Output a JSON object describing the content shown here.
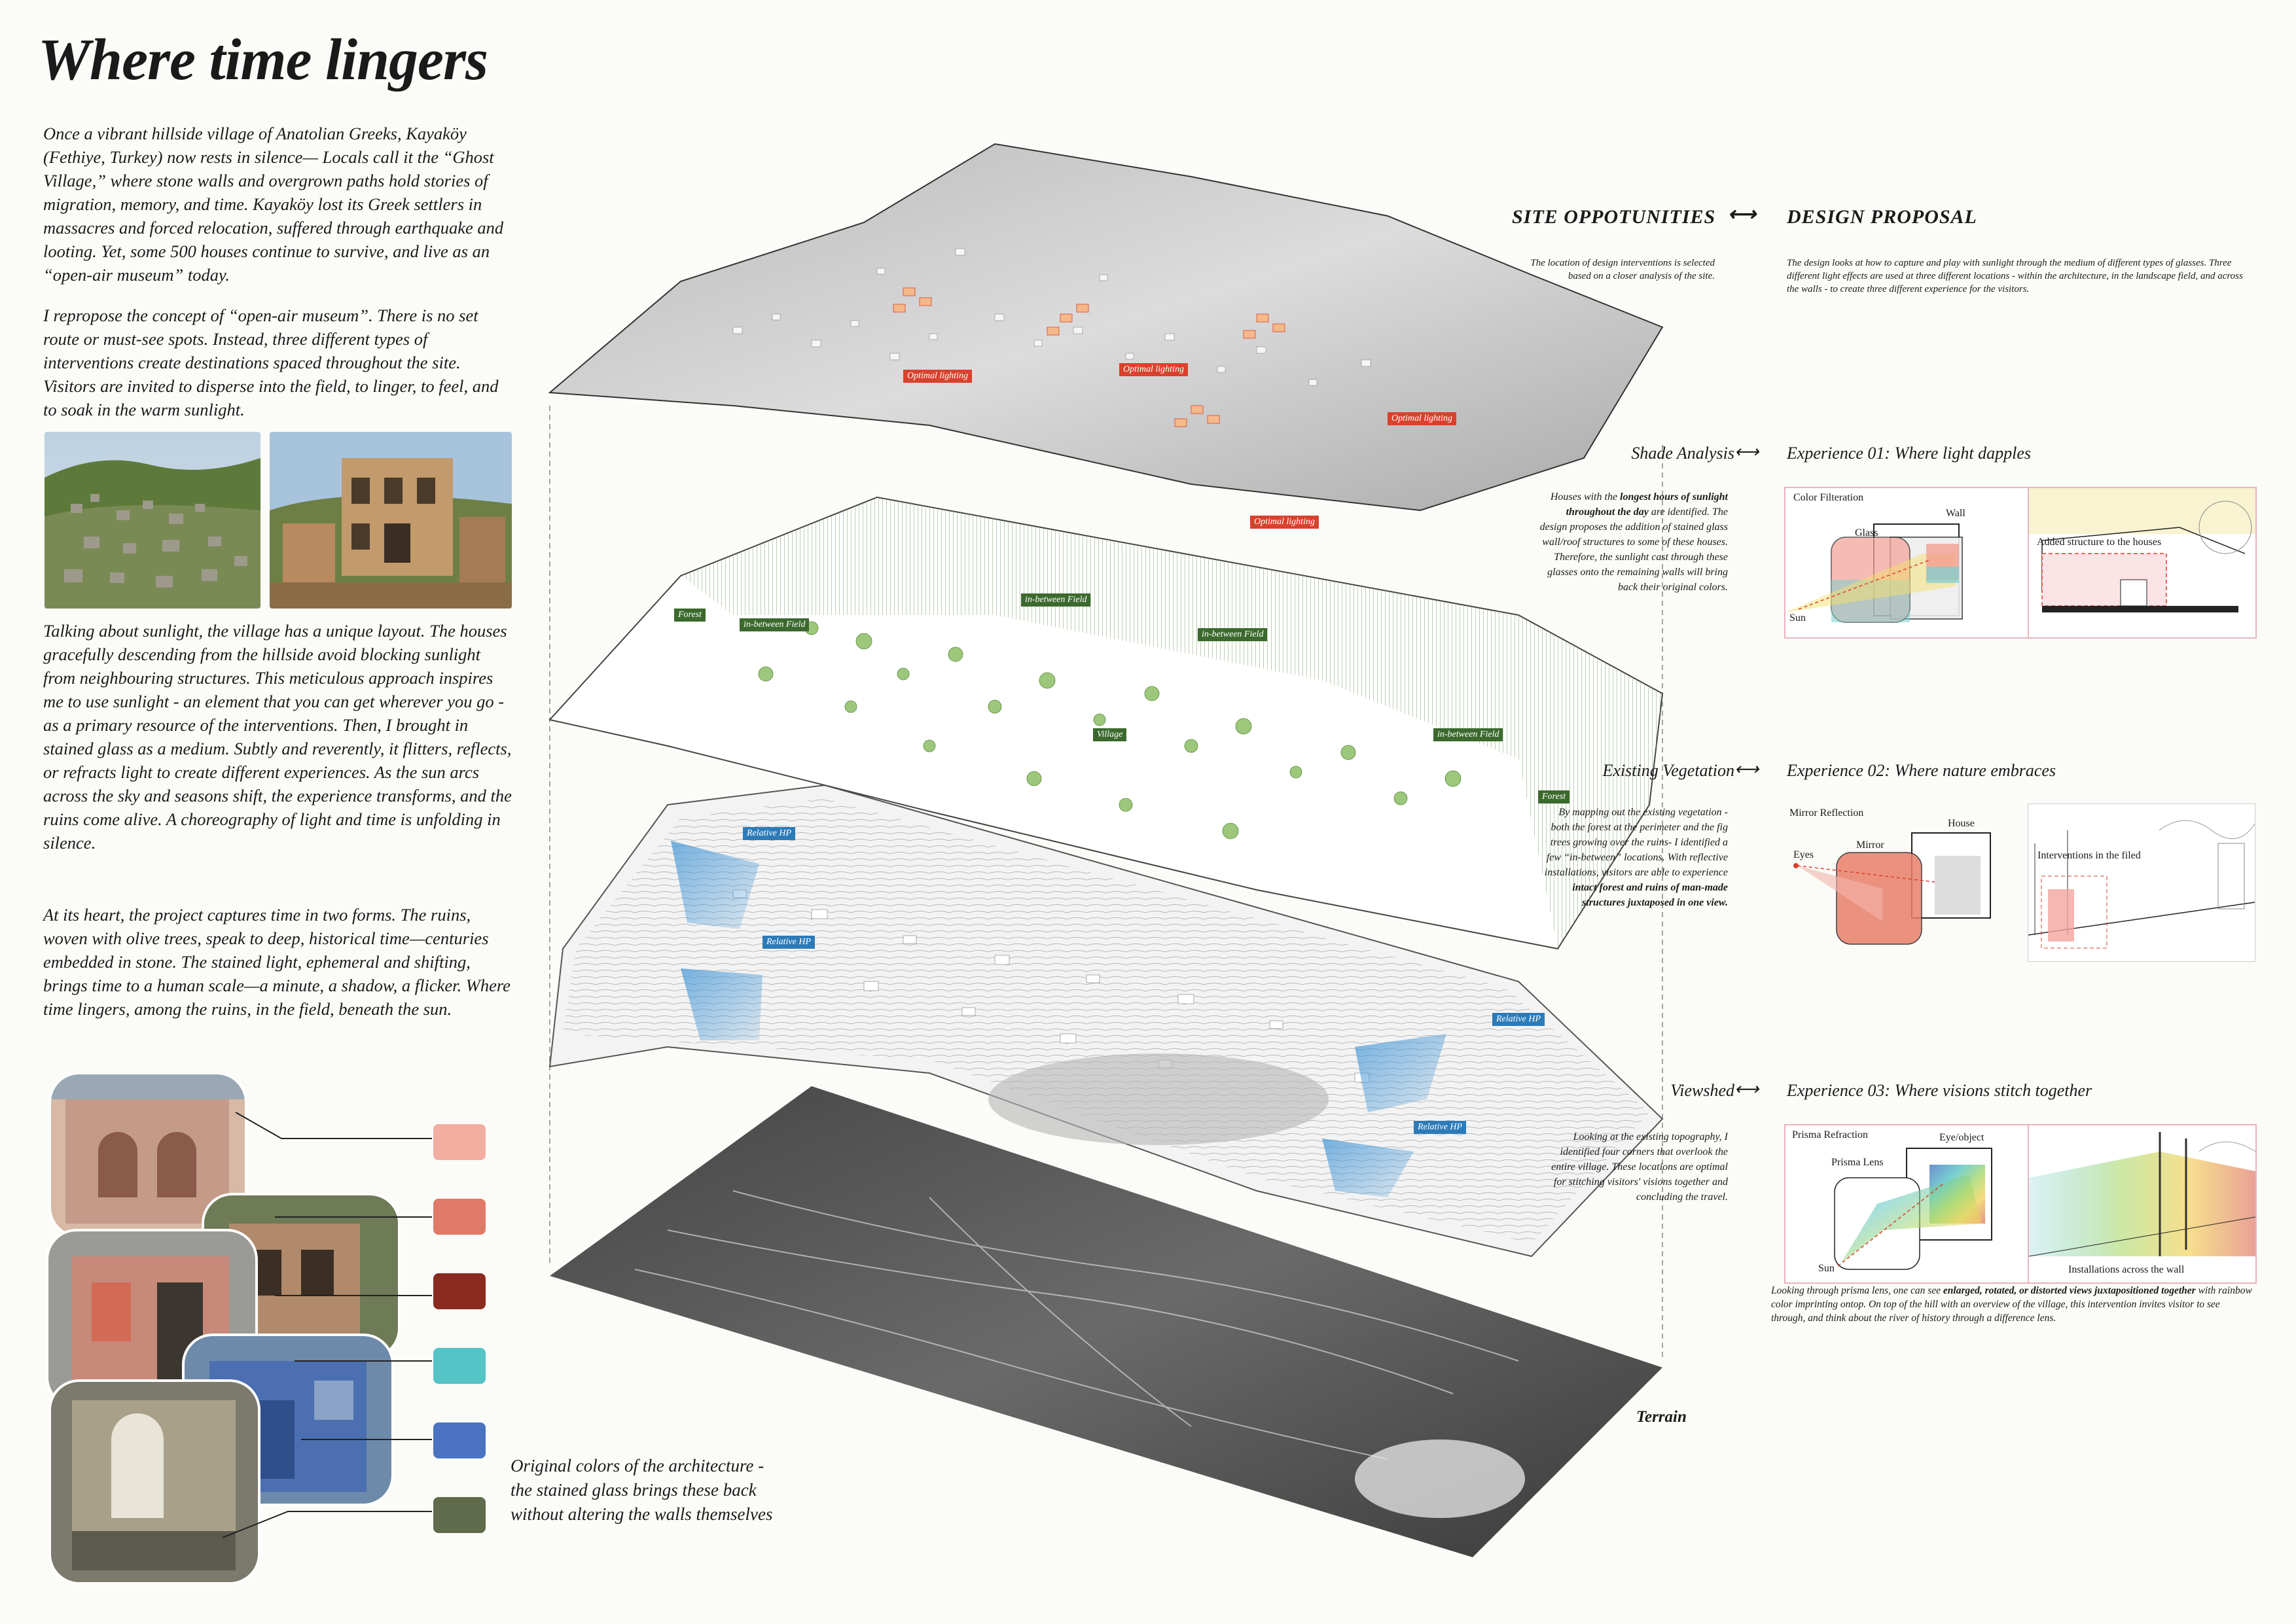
{
  "title": "Where time lingers",
  "intro": {
    "p1": "Once a vibrant hillside village of Anatolian Greeks, Kayaköy (Fethiye, Turkey) now rests in silence— Locals call it the “Ghost Village,” where stone walls and overgrown paths hold stories of migration, memory, and time. Kayaköy lost its Greek settlers in massacres and forced relocation, suffered through earthquake and looting. Yet, some 500 houses continue to survive, and live as an “open-air museum” today.",
    "p2": "I repropose the concept of “open-air museum”. There is no set route or must-see spots. Instead, three different types of interventions create destinations spaced throughout the site. Visitors are invited to disperse into the field, to linger, to feel, and to soak in the warm sunlight.",
    "p3": "Talking about sunlight, the village has a unique layout. The houses gracefully descending from the hillside avoid blocking sunlight from neighbouring structures. This meticulous approach inspires me to use sunlight - an element that you can get wherever you go - as a primary resource of the interventions. Then, I brought in stained glass as a medium. Subtly and reverently, it flitters, reflects, or refracts light to create different experiences. As the sun arcs across the sky and seasons shift, the experience transforms, and the ruins come alive. A choreography of light and time is unfolding in silence.",
    "p4": "At its heart, the project captures time in two forms. The ruins, woven with olive trees, speak to deep, historical time—centuries embedded in stone. The stained light, ephemeral and shifting, brings time to a human scale—a minute, a shadow, a flicker. Where time lingers, among the ruins, in the field, beneath the sun."
  },
  "colors_caption": "Original colors of the architecture - the stained glass brings these back without altering the walls themselves",
  "swatches": [
    "#f2aea0",
    "#e07a68",
    "#8b2a1f",
    "#55c4c6",
    "#4a74c2",
    "#5f6b4a"
  ],
  "header": {
    "left": "SITE OPPOTUNITIES",
    "arrow": "⟷",
    "right": "DESIGN PROPOSAL",
    "left_note": "The location of design interventions is selected based on a closer analysis of the site.",
    "right_note": "The design looks at how to capture and play with sunlight through the medium of different types of glasses. Three different light effects are used at three different locations - within the architecture, in the landscape field, and across the walls - to create three different experience for the visitors."
  },
  "layers": {
    "shade": {
      "label": "Shade Analysis",
      "experience": "Experience 01: Where light dapples",
      "note_pre": "Houses with the ",
      "note_bold": "longest hours of sunlight throughout the day",
      "note_post": " are identified. The design proposes the addition of stained glass wall/roof structures to some of these houses. Therefore, the sunlight cast through these glasses onto the remaining walls will bring back their original colors.",
      "tags": [
        "Optimal lighting",
        "Optimal lighting",
        "Optimal lighting",
        "Optimal lighting"
      ]
    },
    "veg": {
      "label": "Existing Vegetation",
      "experience": "Experience 02: Where nature embraces",
      "note_pre": "By mapping out the existing vegetation - both the forest at the perimeter and the fig trees growing over the ruins- I identified a few “in-between” locations. With reflective installations, visitors are able to experience ",
      "note_bold": "intact forest and ruins of man-made structures juxtaposed in one view.",
      "note_post": "",
      "tags": [
        "Forest",
        "in-between Field",
        "in-between Field",
        "in-between Field",
        "Village",
        "in-between Field",
        "Forest"
      ]
    },
    "view": {
      "label": "Viewshed",
      "experience": "Experience 03: Where visions stitch together",
      "note": "Looking at the existing topography, I identified four corners that overlook the entire village. These locations are optimal for stitching visitors' visions together and concluding the travel.",
      "tags": [
        "Relative HP",
        "Relative HP",
        "Relative HP",
        "Relative HP"
      ]
    },
    "terrain": {
      "label": "Terrain"
    }
  },
  "panels": {
    "p1": {
      "title": "Color Filteration",
      "glass": "Glass",
      "wall": "Wall",
      "sun": "Sun",
      "right": "Added structure to the houses"
    },
    "p2": {
      "title": "Mirror Reflection",
      "mirror": "Mirror",
      "house": "House",
      "eyes": "Eyes",
      "right": "Interventions in the filed"
    },
    "p3": {
      "title": "Prisma Refraction",
      "lens": "Prisma Lens",
      "eye": "Eye/object",
      "sun": "Sun",
      "right": "Installations  across the wall"
    }
  },
  "exp3_caption_pre": "Looking through prisma lens, one can see ",
  "exp3_caption_bold": "enlarged, rotated, or distorted views juxtapositioned together",
  "exp3_caption_post": " with rainbow color imprinting ontop. On top of the hill with an overview of the village, this intervention invites visitor to see through, and think about the river of history through a difference lens."
}
